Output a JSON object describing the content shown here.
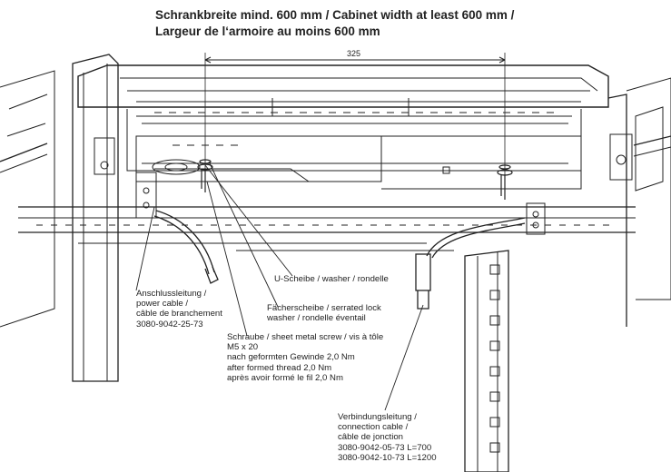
{
  "title": {
    "line1": "Schrankbreite mind. 600 mm / Cabinet width at least 600 mm /",
    "line2": "Largeur de l‘armoire au moins 600 mm"
  },
  "dimension": {
    "value": "325"
  },
  "labels": {
    "power_cable": {
      "l1": "Anschlussleitung /",
      "l2": "power cable /",
      "l3": "câble de branchement",
      "l4": "3080-9042-25-73"
    },
    "washer": {
      "l1": "U-Scheibe / washer / rondelle"
    },
    "lock_washer": {
      "l1": "Fächerscheibe / serrated lock",
      "l2": "washer / rondelle éventail"
    },
    "screw": {
      "l1": "Schraube / sheet metal screw / vis à tôle",
      "l2": "M5 x 20",
      "l3": "nach geformten Gewinde 2,0 Nm",
      "l4": "after formed thread 2,0 Nm",
      "l5": "après avoir formé le fil 2,0 Nm"
    },
    "connection_cable": {
      "l1": "Verbindungsleitung /",
      "l2": "connection cable /",
      "l3": "câble de jonction",
      "l4": "3080-9042-05-73 L=700",
      "l5": "3080-9042-10-73 L=1200"
    }
  }
}
